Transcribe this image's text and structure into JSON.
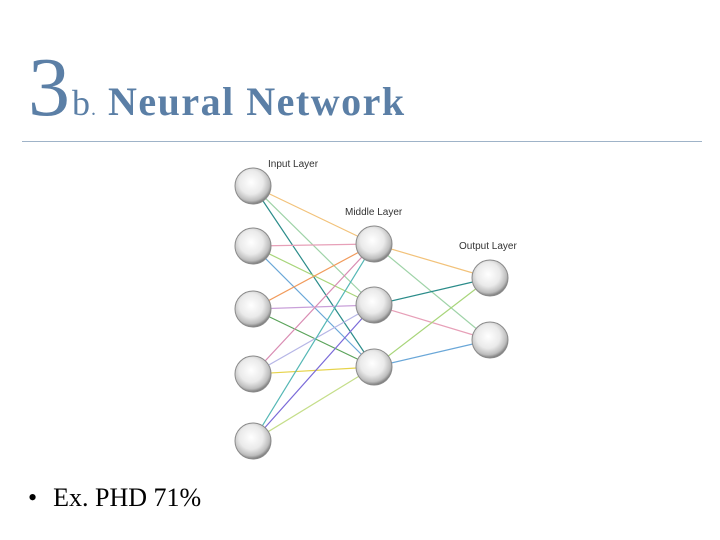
{
  "title": {
    "number": "3",
    "letter": "b",
    "separator": ".",
    "text": "Neural Network"
  },
  "diagram": {
    "layer_labels": {
      "input": "Input Layer",
      "middle": "Middle Layer",
      "output": "Output Layer"
    },
    "layers": {
      "input": 5,
      "middle": 3,
      "output": 2
    },
    "connection_colors": [
      "#f2c27a",
      "#9fd3a8",
      "#2b8c8a",
      "#e7a0b8",
      "#a8d57a",
      "#6aa7d8",
      "#f19b5c",
      "#c9a0d9",
      "#5aa35a",
      "#d98cb3",
      "#b6b6e6",
      "#e6d34a",
      "#54b7b5",
      "#7a6ad8",
      "#c5de8a"
    ]
  },
  "bullet": {
    "marker": "•",
    "text": "Ex.  PHD 71%"
  }
}
